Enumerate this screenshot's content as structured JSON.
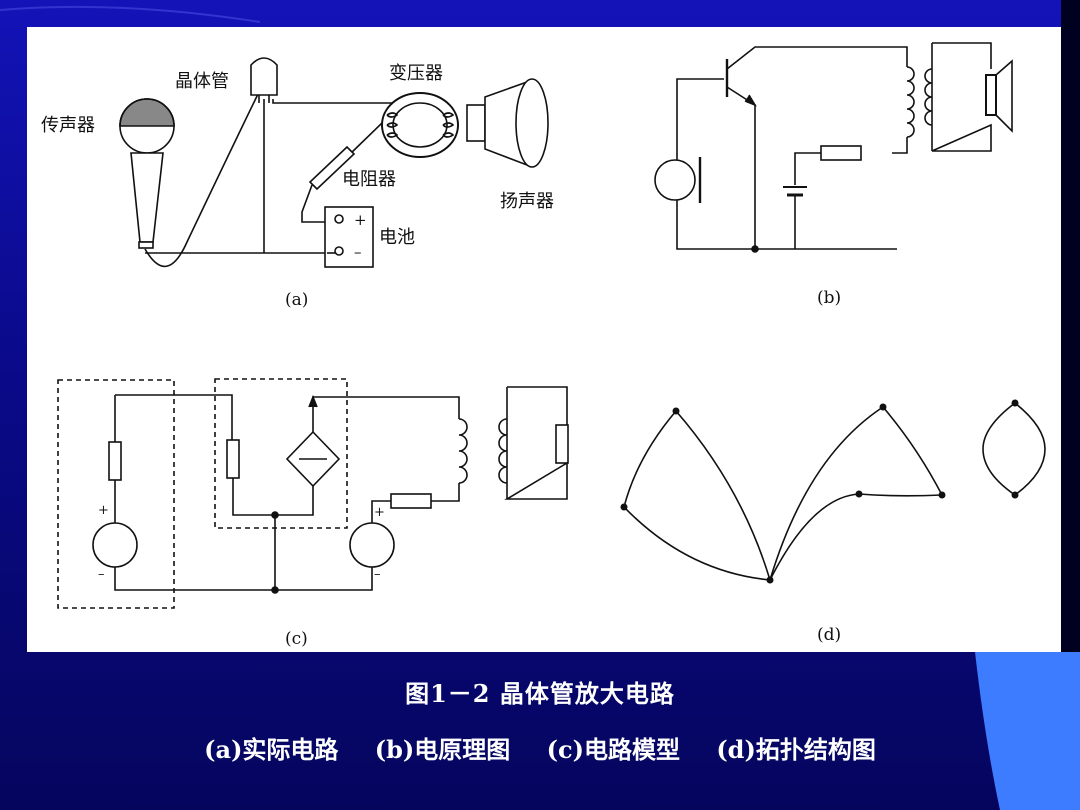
{
  "caption": {
    "title": "图1－2 晶体管放大电路",
    "subcaptions": [
      "(a)实际电路",
      "(b)电原理图",
      "(c)电路模型",
      "(d)拓扑结构图"
    ]
  },
  "panel_a": {
    "label": "(a)",
    "microphone": "传声器",
    "transistor": "晶体管",
    "transformer": "变压器",
    "resistor": "电阻器",
    "speaker": "扬声器",
    "battery": "电池",
    "battery_plus": "+",
    "battery_minus": "–"
  },
  "panel_b": {
    "label": "(b)"
  },
  "panel_c": {
    "label": "(c)",
    "plus_left": "+",
    "minus_left": "–",
    "plus_right": "+",
    "minus_right": "–"
  },
  "panel_d": {
    "label": "(d)"
  },
  "colors": {
    "background": "#0a0a8a",
    "panel": "#ffffff",
    "accent": "#3d7cff",
    "ink": "#111111"
  }
}
